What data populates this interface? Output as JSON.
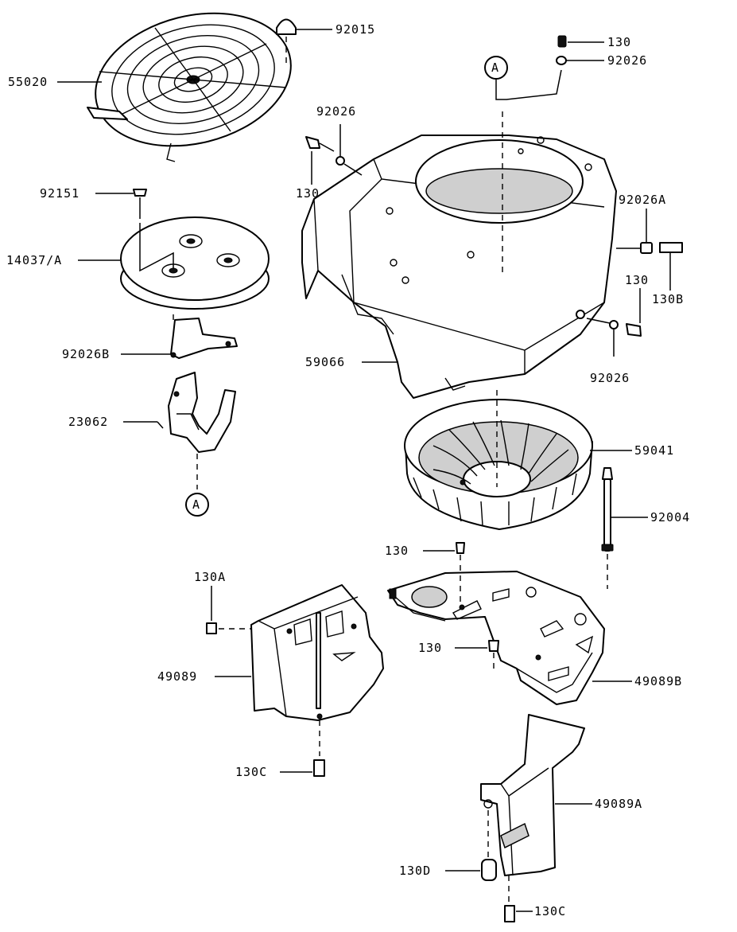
{
  "labels": {
    "p55020": "55020",
    "p92015": "92015",
    "p130_top": "130",
    "p92026_top": "92026",
    "p92026_left": "92026",
    "p130_left": "130",
    "p92151": "92151",
    "p14037A": "14037/A",
    "p92026A": "92026A",
    "p130_right": "130",
    "p130B": "130B",
    "p92026B": "92026B",
    "p59066": "59066",
    "p92026_right": "92026",
    "p23062": "23062",
    "p59041": "59041",
    "p92004": "92004",
    "p130_mid": "130",
    "p130A": "130A",
    "p130_low": "130",
    "p49089": "49089",
    "p49089B": "49089B",
    "p130C_left": "130C",
    "p49089A": "49089A",
    "p130D": "130D",
    "p130C_bottom": "130C"
  },
  "reference_markers": {
    "top": "A",
    "bottom": "A"
  }
}
